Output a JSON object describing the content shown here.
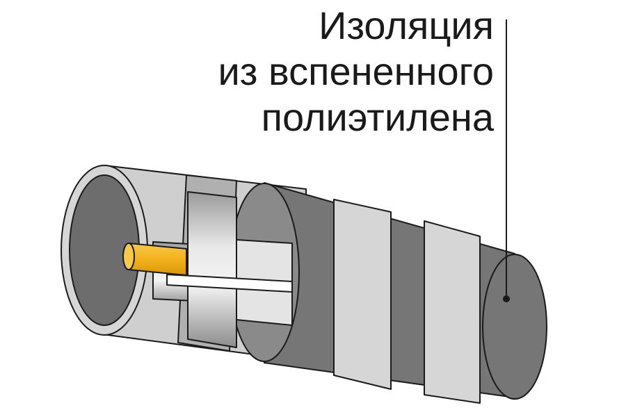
{
  "callout": {
    "lines": [
      "Изоляция",
      "из вспененного",
      "полиэтилена"
    ]
  },
  "colors": {
    "outline": "#1a1a1a",
    "shell_light": "#cfcfcf",
    "shell_inner": "#6d6d6d",
    "shell_band": "#9e9e9e",
    "insulation_dark": "#767676",
    "insulation_stripe": "#d6d6d6",
    "screen_silver": "#b8b8b8",
    "conductor": "#f3b21c"
  }
}
